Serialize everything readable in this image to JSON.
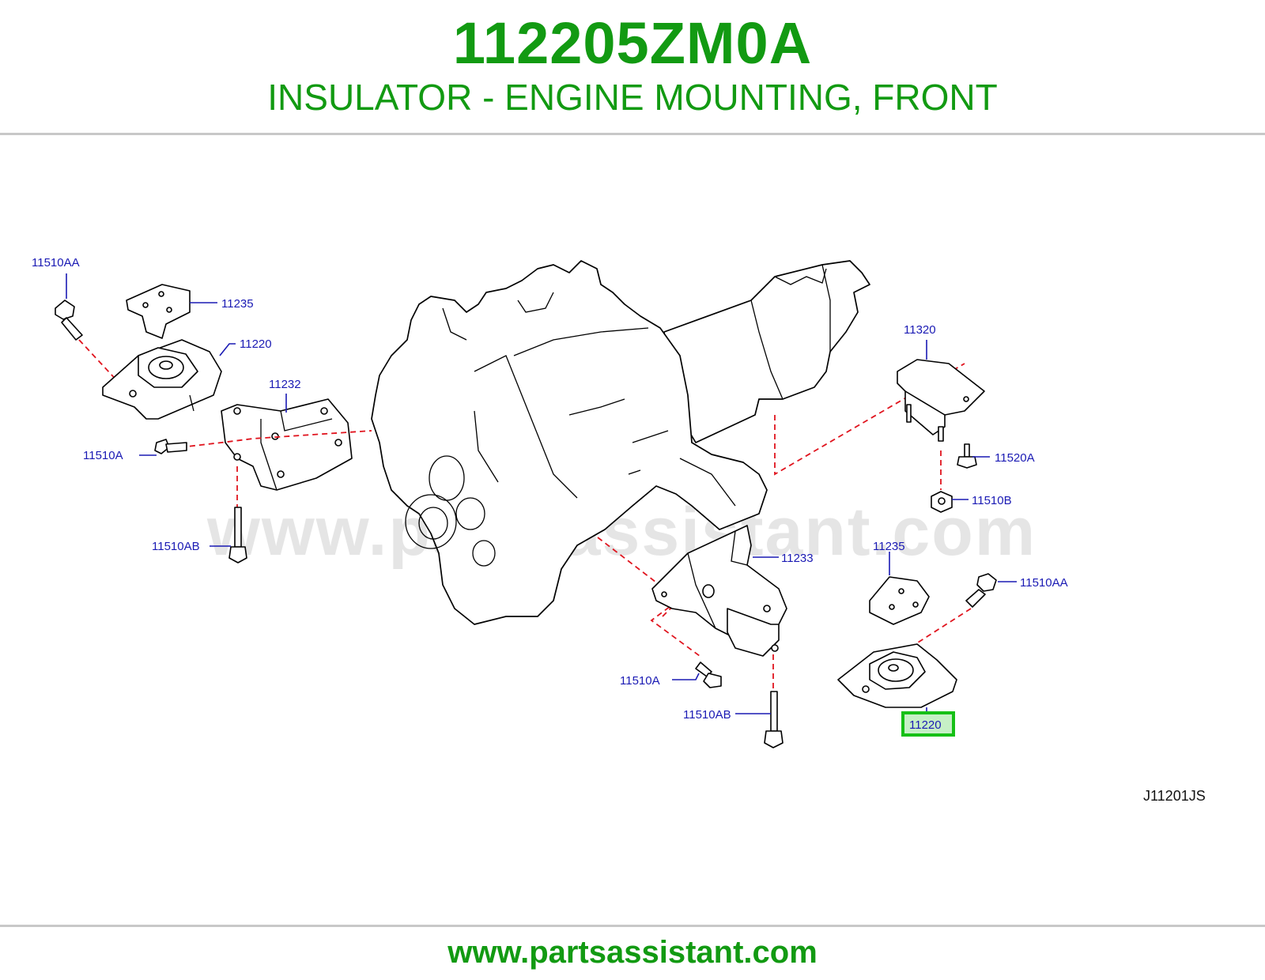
{
  "header": {
    "part_number": "112205ZM0A",
    "part_name": "INSULATOR - ENGINE MOUNTING, FRONT"
  },
  "diagram": {
    "watermark": "www.partsassistant.com",
    "diagram_code": "J11201JS",
    "callouts": {
      "bolt_11510aa_left": "11510AA",
      "plate_11235_left": "11235",
      "insulator_11220_left": "11220",
      "bracket_11232": "11232",
      "bolt_11510a_left": "11510A",
      "bolt_11510ab_left": "11510AB",
      "mount_11320": "11320",
      "nut_11520a": "11520A",
      "nut_11510b": "11510B",
      "bracket_11233": "11233",
      "plate_11235_right": "11235",
      "bolt_11510aa_right": "11510AA",
      "bolt_11510a_right": "11510A",
      "bolt_11510ab_right": "11510AB",
      "insulator_11220_right": "11220"
    },
    "highlighted_callout": "11220",
    "highlight_color": "#16c016"
  },
  "footer": {
    "url": "www.partsassistant.com"
  },
  "colors": {
    "brand_green": "#129a12",
    "callout_blue": "#1a1ab4",
    "dash_red": "#e0141e"
  }
}
